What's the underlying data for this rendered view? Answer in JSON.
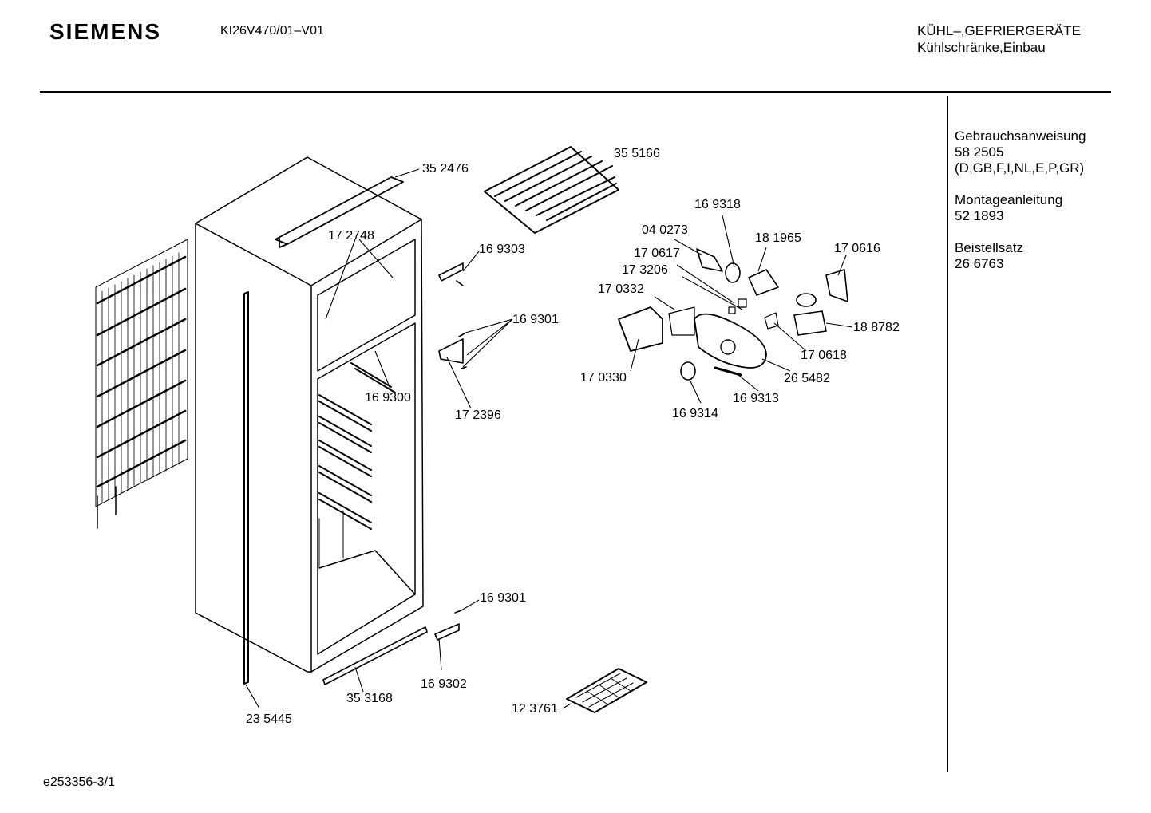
{
  "header": {
    "brand": "SIEMENS",
    "model": "KI26V470/01–V01",
    "category_line1": "KÜHL–,GEFRIERGERÄTE",
    "category_line2": "Kühlschränke,Einbau"
  },
  "sidebar": {
    "docs": [
      {
        "title": "Gebrauchsanweisung",
        "number": "58 2505",
        "note": "(D,GB,F,I,NL,E,P,GR)"
      },
      {
        "title": "Montageanleitung",
        "number": "52 1893"
      },
      {
        "title": "Beistellsatz",
        "number": "26 6763"
      }
    ]
  },
  "parts": {
    "p352476": "35 2476",
    "p355166": "35 5166",
    "p172748": "17 2748",
    "p169303": "16 9303",
    "p169301a": "16 9301",
    "p169300": "16 9300",
    "p172396": "17 2396",
    "p169318": "16 9318",
    "p040273": "04 0273",
    "p181965": "18 1965",
    "p170616": "17 0616",
    "p170617": "17 0617",
    "p173206": "17 3206",
    "p170332": "17 0332",
    "p188782": "18 8782",
    "p170618": "17 0618",
    "p265482": "26 5482",
    "p170330": "17 0330",
    "p169313": "16 9313",
    "p169314": "16 9314",
    "p169301b": "16 9301",
    "p169302": "16 9302",
    "p353168": "35 3168",
    "p235445": "23 5445",
    "p123761": "12 3761"
  },
  "footer": {
    "code": "e253356-3/1"
  }
}
